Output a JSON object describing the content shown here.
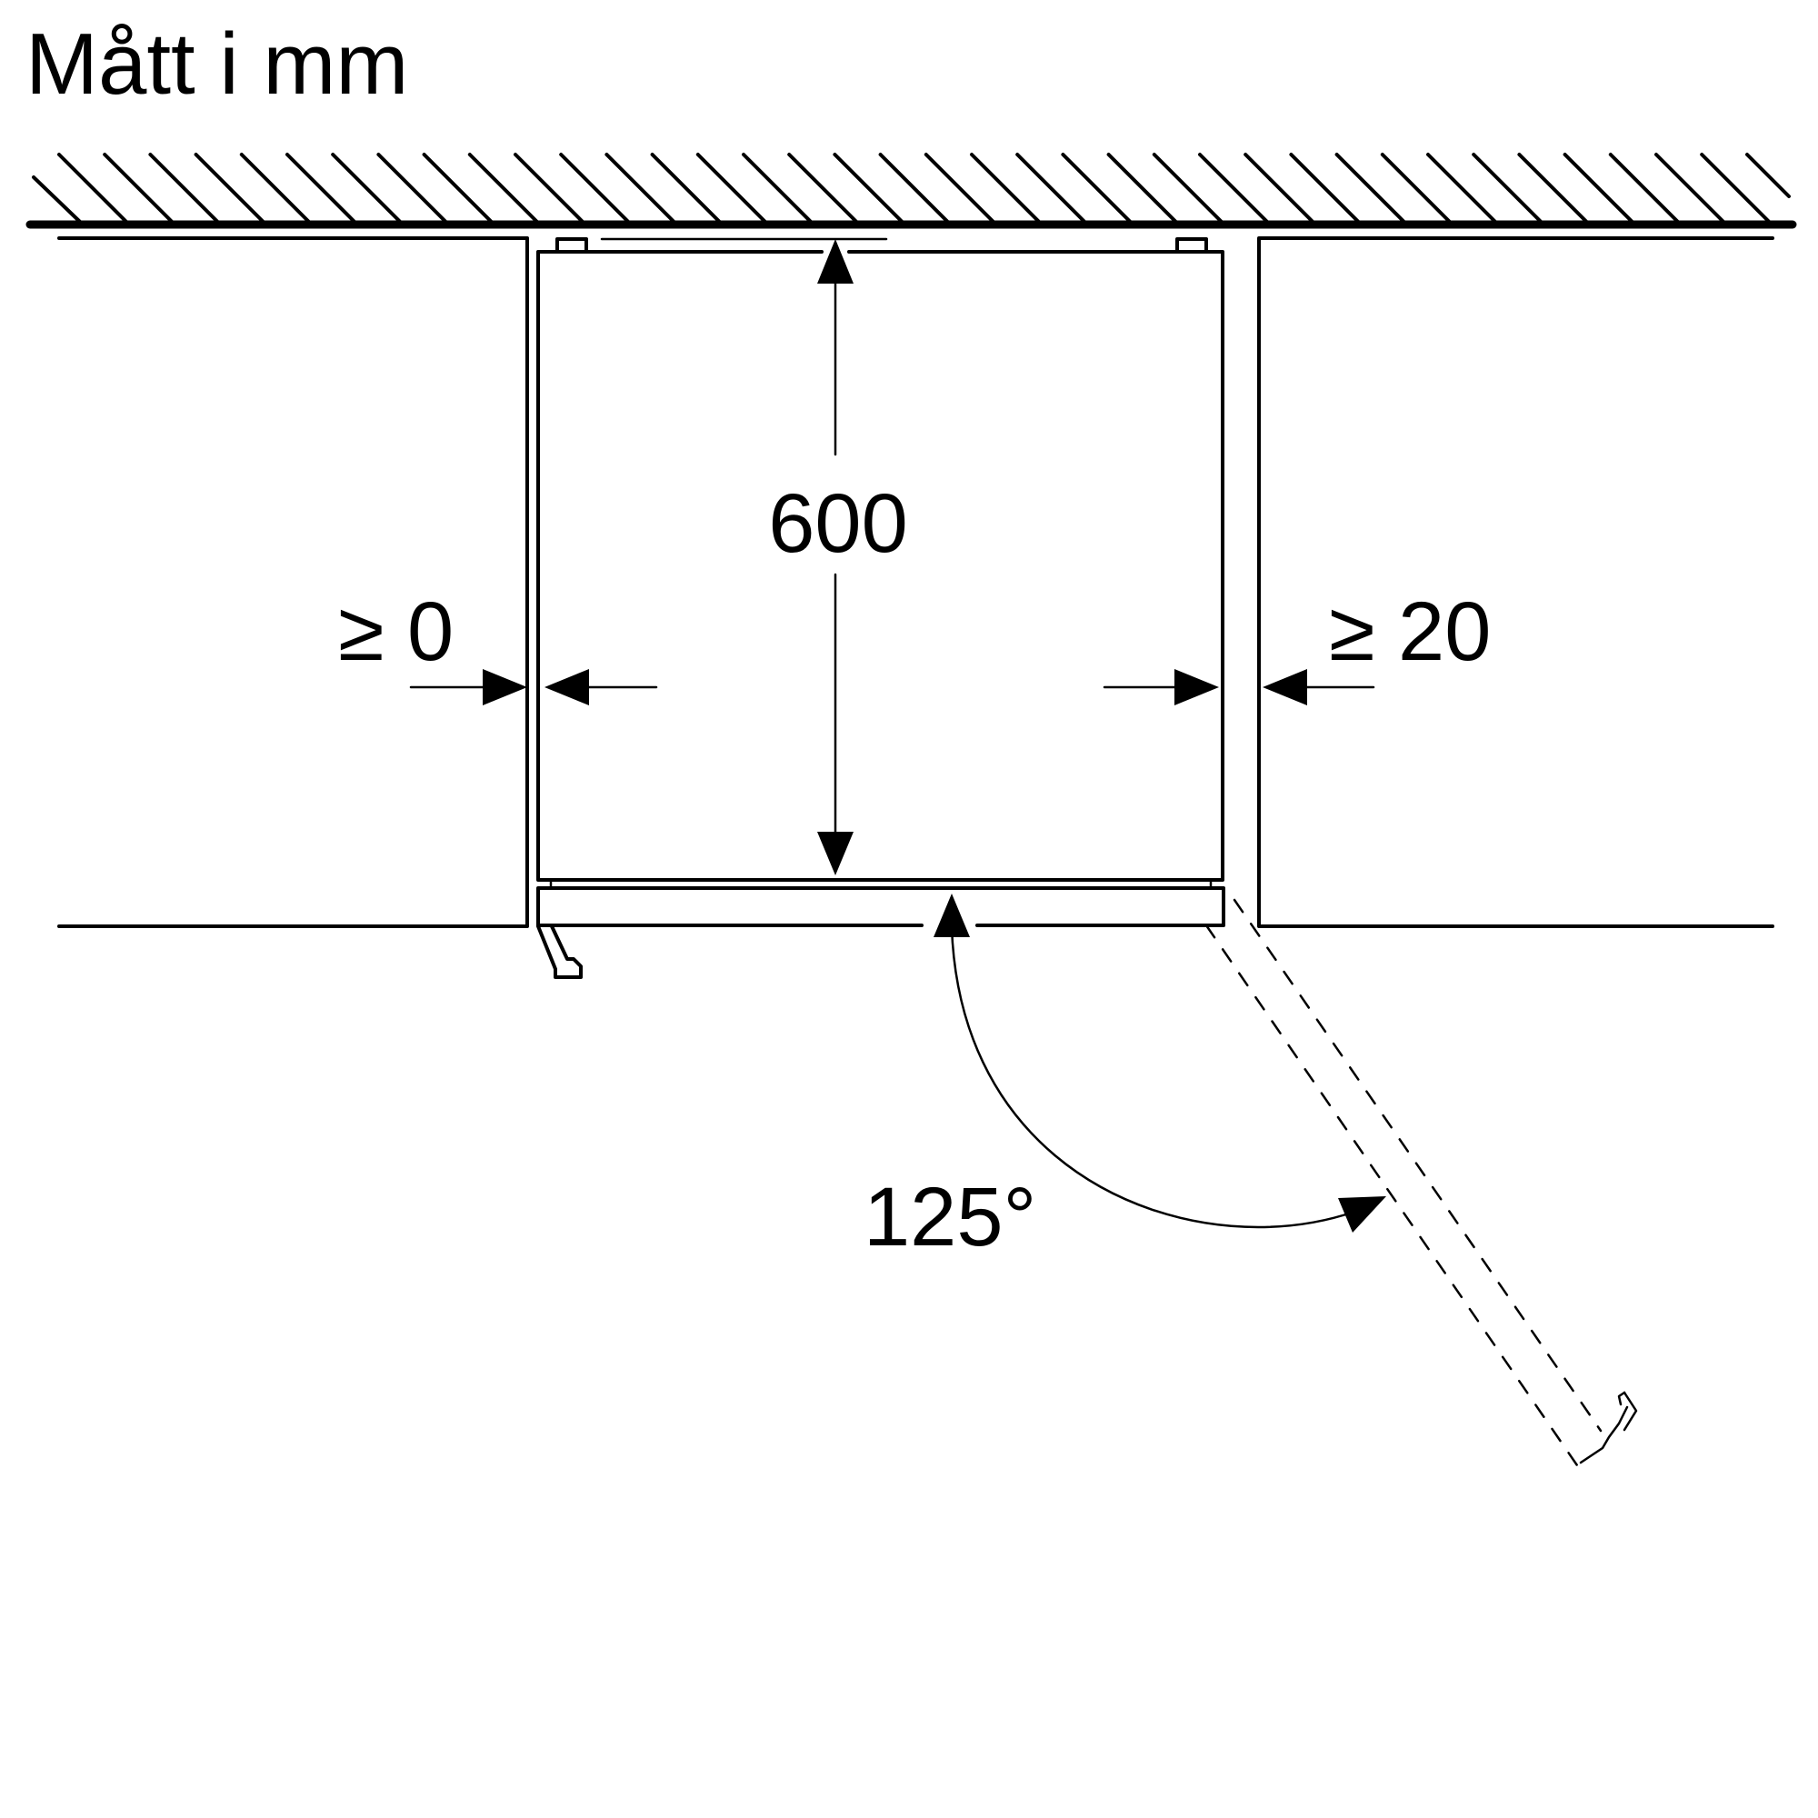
{
  "title": "Mått i mm",
  "dimensions": {
    "depth": "600",
    "left_gap": "≥ 0",
    "right_gap": "≥ 20",
    "door_angle": "125°"
  }
}
